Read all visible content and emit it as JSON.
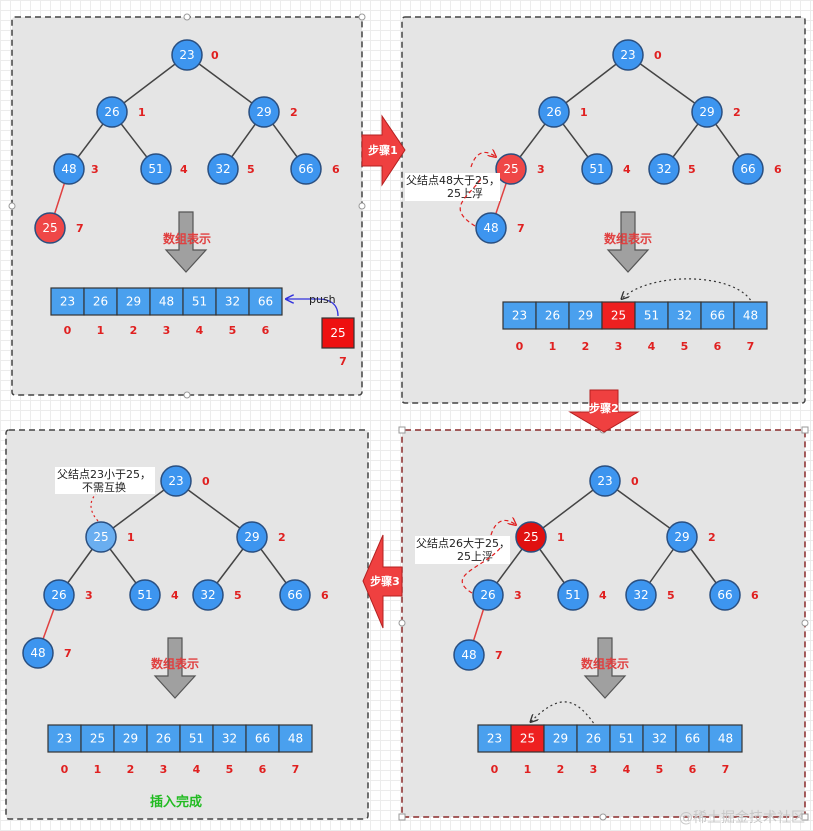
{
  "colors": {
    "node": "#3d95ef",
    "node_highlight_light": "#ef4747",
    "node_highlight_strong": "#e01010",
    "node_swapped": "#6aaef0",
    "index_red": "#e02020",
    "step_arrow": "#ef4040",
    "done_green": "#22bb22",
    "array_cell": "#4aa0ee"
  },
  "panels": [
    {
      "id": "panel-1",
      "array_label": "数组表示",
      "nodes": [
        {
          "value": "23",
          "index": "0",
          "style": "normal"
        },
        {
          "value": "26",
          "index": "1",
          "style": "normal"
        },
        {
          "value": "29",
          "index": "2",
          "style": "normal"
        },
        {
          "value": "48",
          "index": "3",
          "style": "normal"
        },
        {
          "value": "51",
          "index": "4",
          "style": "normal"
        },
        {
          "value": "32",
          "index": "5",
          "style": "normal"
        },
        {
          "value": "66",
          "index": "6",
          "style": "normal"
        },
        {
          "value": "25",
          "index": "7",
          "style": "new"
        }
      ],
      "array": [
        "23",
        "26",
        "29",
        "48",
        "51",
        "32",
        "66"
      ],
      "array_indices": [
        "0",
        "1",
        "2",
        "3",
        "4",
        "5",
        "6"
      ],
      "push_label": "push",
      "push_value": "25",
      "push_index": "7"
    },
    {
      "id": "panel-2",
      "array_label": "数组表示",
      "note_line1": "父结点48大于25，",
      "note_line2": "25上浮",
      "nodes": [
        {
          "value": "23",
          "index": "0",
          "style": "normal"
        },
        {
          "value": "26",
          "index": "1",
          "style": "normal"
        },
        {
          "value": "29",
          "index": "2",
          "style": "normal"
        },
        {
          "value": "25",
          "index": "3",
          "style": "new"
        },
        {
          "value": "51",
          "index": "4",
          "style": "normal"
        },
        {
          "value": "32",
          "index": "5",
          "style": "normal"
        },
        {
          "value": "66",
          "index": "6",
          "style": "normal"
        },
        {
          "value": "48",
          "index": "7",
          "style": "normal"
        }
      ],
      "array": [
        "23",
        "26",
        "29",
        "25",
        "51",
        "32",
        "66",
        "48"
      ],
      "array_indices": [
        "0",
        "1",
        "2",
        "3",
        "4",
        "5",
        "6",
        "7"
      ],
      "highlight_cell": 3
    },
    {
      "id": "panel-3",
      "array_label": "数组表示",
      "note_line1": "父结点26大于25，",
      "note_line2": "25上浮",
      "nodes": [
        {
          "value": "23",
          "index": "0",
          "style": "normal"
        },
        {
          "value": "25",
          "index": "1",
          "style": "strong"
        },
        {
          "value": "29",
          "index": "2",
          "style": "normal"
        },
        {
          "value": "26",
          "index": "3",
          "style": "normal"
        },
        {
          "value": "51",
          "index": "4",
          "style": "normal"
        },
        {
          "value": "32",
          "index": "5",
          "style": "normal"
        },
        {
          "value": "66",
          "index": "6",
          "style": "normal"
        },
        {
          "value": "48",
          "index": "7",
          "style": "normal"
        }
      ],
      "array": [
        "23",
        "25",
        "29",
        "26",
        "51",
        "32",
        "66",
        "48"
      ],
      "array_indices": [
        "0",
        "1",
        "2",
        "3",
        "4",
        "5",
        "6",
        "7"
      ],
      "highlight_cell": 1
    },
    {
      "id": "panel-4",
      "array_label": "数组表示",
      "note_line1": "父结点23小于25，",
      "note_line2": "不需互换",
      "done_label": "插入完成",
      "nodes": [
        {
          "value": "23",
          "index": "0",
          "style": "normal"
        },
        {
          "value": "25",
          "index": "1",
          "style": "swapped"
        },
        {
          "value": "29",
          "index": "2",
          "style": "normal"
        },
        {
          "value": "26",
          "index": "3",
          "style": "normal"
        },
        {
          "value": "51",
          "index": "4",
          "style": "normal"
        },
        {
          "value": "32",
          "index": "5",
          "style": "normal"
        },
        {
          "value": "66",
          "index": "6",
          "style": "normal"
        },
        {
          "value": "48",
          "index": "7",
          "style": "normal"
        }
      ],
      "array": [
        "23",
        "25",
        "29",
        "26",
        "51",
        "32",
        "66",
        "48"
      ],
      "array_indices": [
        "0",
        "1",
        "2",
        "3",
        "4",
        "5",
        "6",
        "7"
      ]
    }
  ],
  "steps": [
    {
      "label": "步骤1"
    },
    {
      "label": "步骤2"
    },
    {
      "label": "步骤3"
    }
  ],
  "watermark": "@稀土掘金技术社区"
}
